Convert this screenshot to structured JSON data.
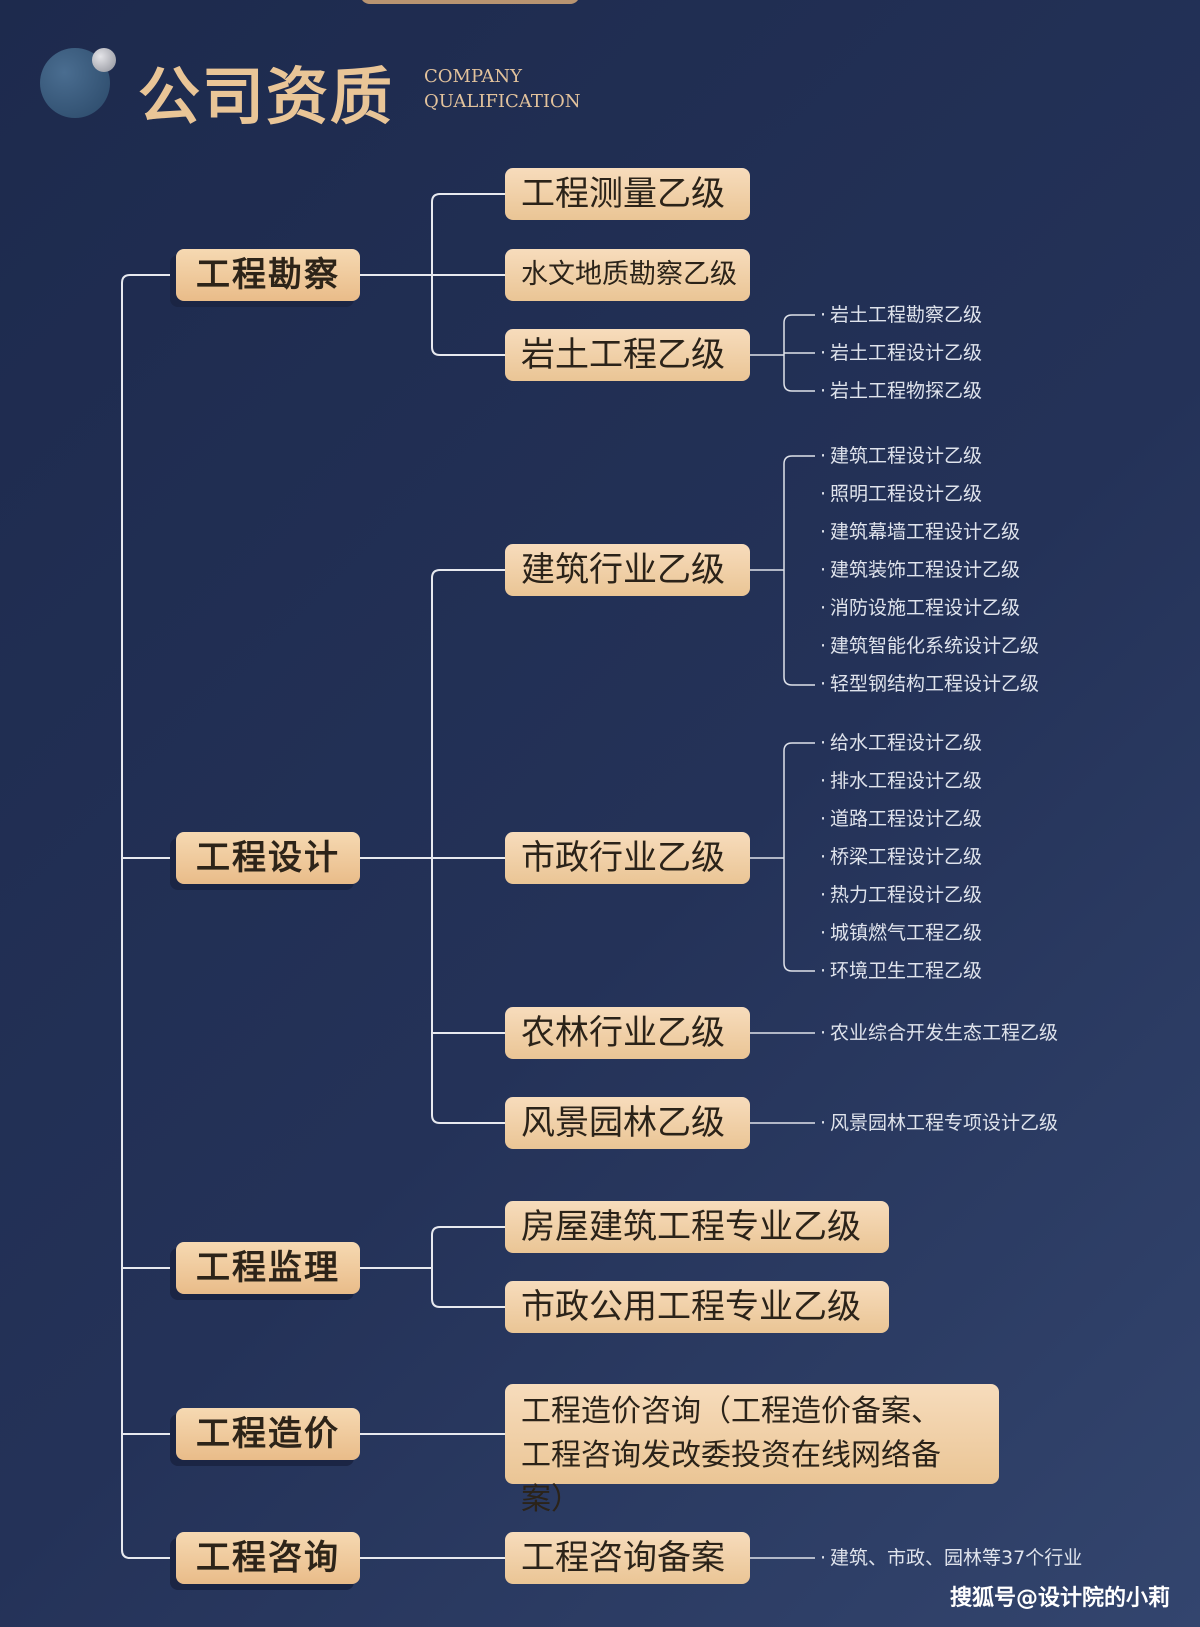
{
  "header": {
    "title": "公司资质",
    "subtitle_line1": "COMPANY",
    "subtitle_line2": "QUALIFICATION"
  },
  "categories": [
    {
      "label": "工程勘察",
      "items": [
        {
          "label": "工程测量乙级",
          "details": []
        },
        {
          "label": "水文地质勘察乙级",
          "details": []
        },
        {
          "label": "岩土工程乙级",
          "details": [
            "岩土工程勘察乙级",
            "岩土工程设计乙级",
            "岩土工程物探乙级"
          ]
        }
      ]
    },
    {
      "label": "工程设计",
      "items": [
        {
          "label": "建筑行业乙级",
          "details": [
            "建筑工程设计乙级",
            "照明工程设计乙级",
            "建筑幕墙工程设计乙级",
            "建筑装饰工程设计乙级",
            "消防设施工程设计乙级",
            "建筑智能化系统设计乙级",
            "轻型钢结构工程设计乙级"
          ]
        },
        {
          "label": "市政行业乙级",
          "details": [
            "给水工程设计乙级",
            "排水工程设计乙级",
            "道路工程设计乙级",
            "桥梁工程设计乙级",
            "热力工程设计乙级",
            "城镇燃气工程乙级",
            "环境卫生工程乙级"
          ]
        },
        {
          "label": "农林行业乙级",
          "details": [
            "农业综合开发生态工程乙级"
          ]
        },
        {
          "label": "风景园林乙级",
          "details": [
            "风景园林工程专项设计乙级"
          ]
        }
      ]
    },
    {
      "label": "工程监理",
      "items": [
        {
          "label": "房屋建筑工程专业乙级",
          "details": []
        },
        {
          "label": "市政公用工程专业乙级",
          "details": []
        }
      ]
    },
    {
      "label": "工程造价",
      "items": [
        {
          "label_line1": "工程造价咨询（工程造价备案、",
          "label_line2": "工程咨询发改委投资在线网络备案）",
          "details": []
        }
      ]
    },
    {
      "label": "工程咨询",
      "items": [
        {
          "label": "工程咨询备案",
          "details": [
            "建筑、市政、园林等37个行业"
          ]
        }
      ]
    }
  ],
  "watermark": "搜狐号@设计院的小莉",
  "colors": {
    "background": "#243258",
    "box_fill": "#f2d1a8",
    "title_gold": "#e9c597",
    "line": "#e7e9ef"
  }
}
